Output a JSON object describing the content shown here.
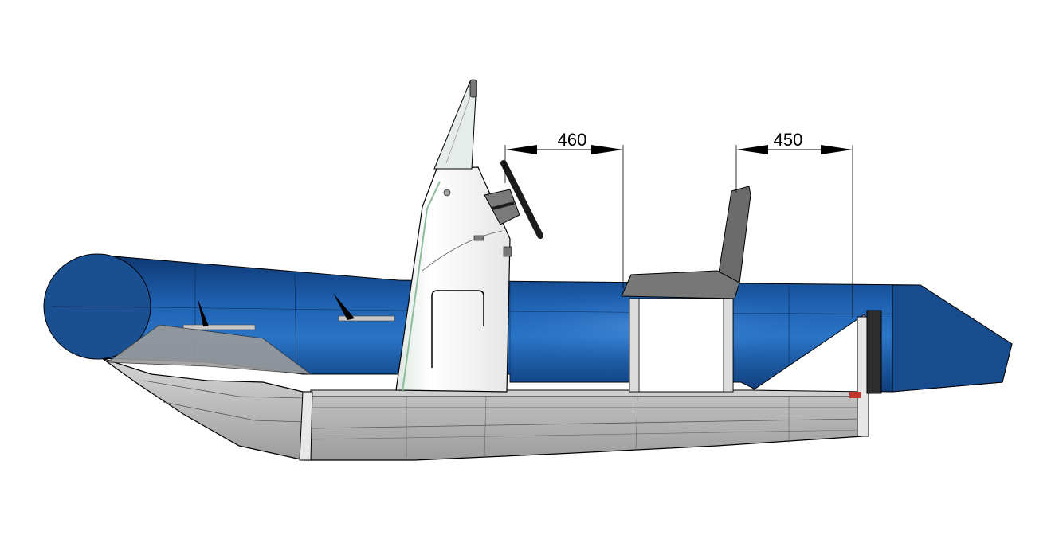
{
  "dimensions": {
    "helm_to_seat": {
      "label": "460"
    },
    "seat_to_transom": {
      "label": "450"
    }
  },
  "colors": {
    "tube": "#1c5aa5",
    "tube_dark": "#0e3b78",
    "tube_light": "#3f86d4",
    "hull": "#b4b4b4",
    "hull_dark": "#8f8f8f",
    "console": "#f4f4f4",
    "wheel": "#1c1c1c",
    "seat": "#6e6e6e",
    "line": "#000000"
  },
  "parts": [
    "buoyancy-tube",
    "hull",
    "center-console",
    "windshield",
    "steering-wheel",
    "jockey-seat",
    "transom",
    "dimension-lines"
  ]
}
